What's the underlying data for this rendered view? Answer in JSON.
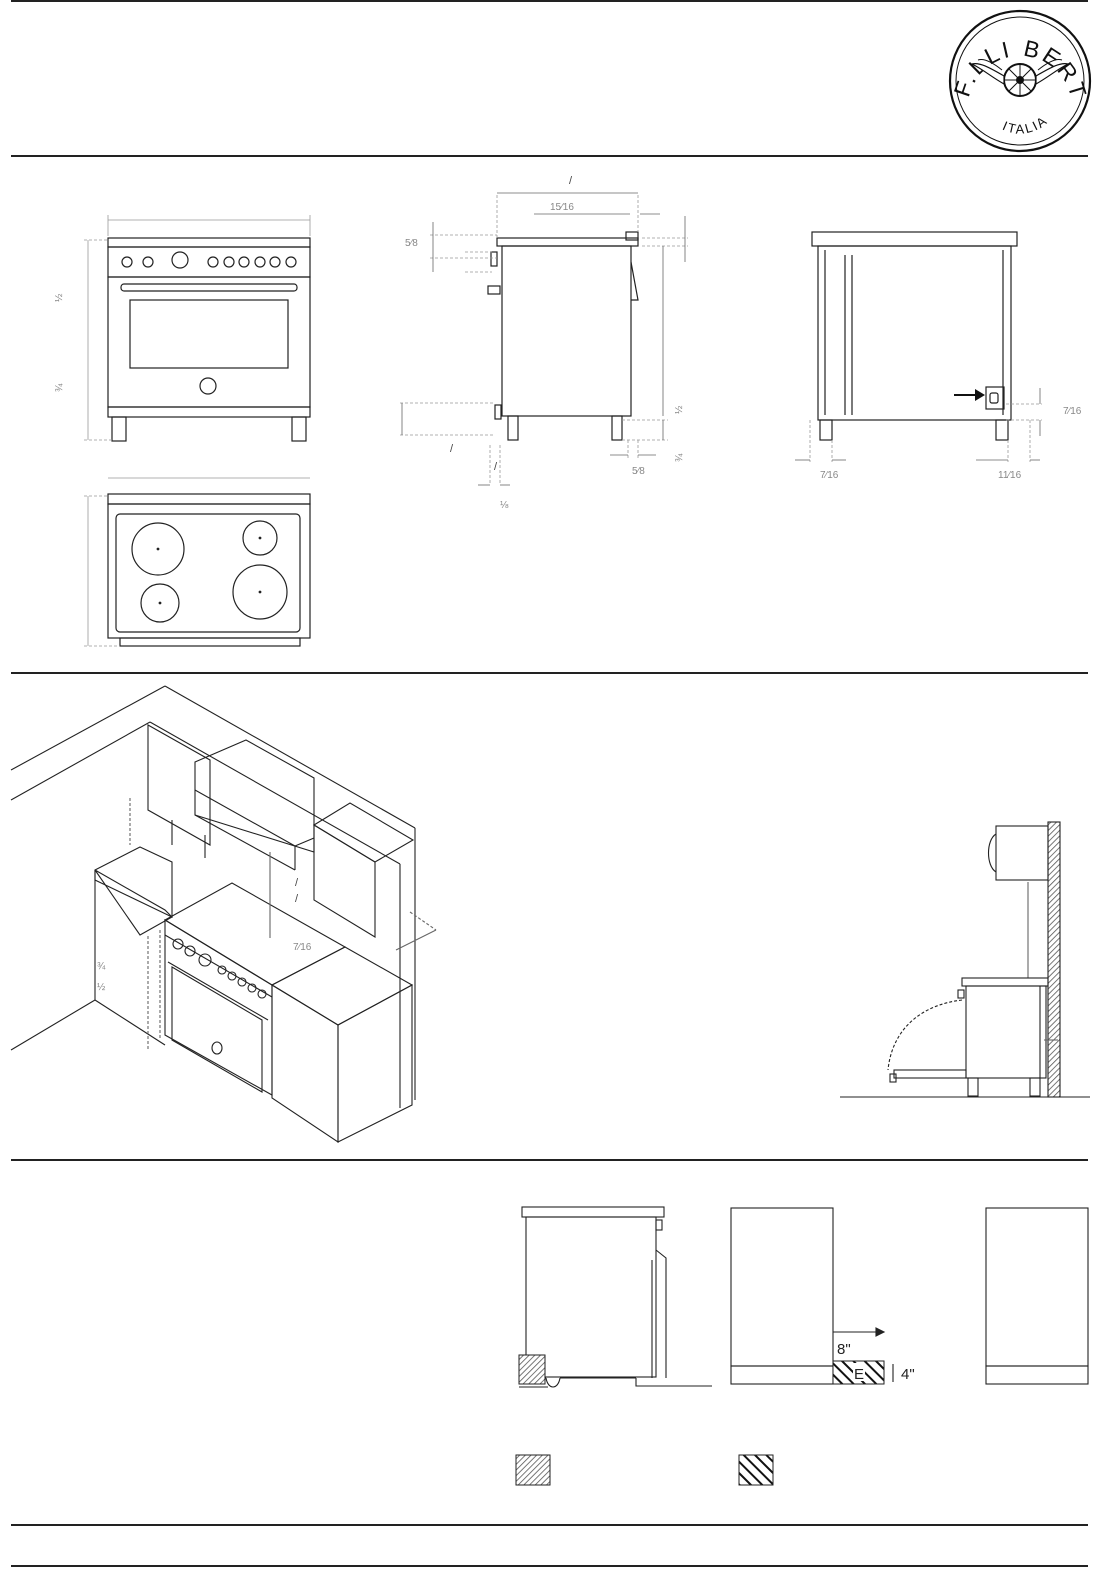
{
  "logo": {
    "text_top": "F.LLI BERTAZZONI",
    "text_bottom": "ITALIA"
  },
  "product_dims": {
    "side_top_slash": "/",
    "side_depth_frac": "15⁄16",
    "side_top_left_frac": "5⁄8",
    "front_height_frac": "½",
    "front_lower_frac": "¾",
    "side_right_frac": "½",
    "side_right_lower_frac": "¾",
    "side_bottom_frac": "5⁄8",
    "side_foot_frac": "⅛",
    "side_door_slash": "/",
    "side_door_slash2": "/",
    "rear_right_frac": "7⁄16",
    "rear_left_frac": "7⁄16",
    "rear_foot_frac": "11⁄16"
  },
  "install_dims": {
    "slash_a": "/",
    "slash_b": "/",
    "depth_frac": "7⁄16",
    "height_frac": "¾",
    "height_frac_2": "½"
  },
  "clearance": {
    "width_label": "8\"",
    "height_label": "4\"",
    "zone_letter": "E"
  }
}
